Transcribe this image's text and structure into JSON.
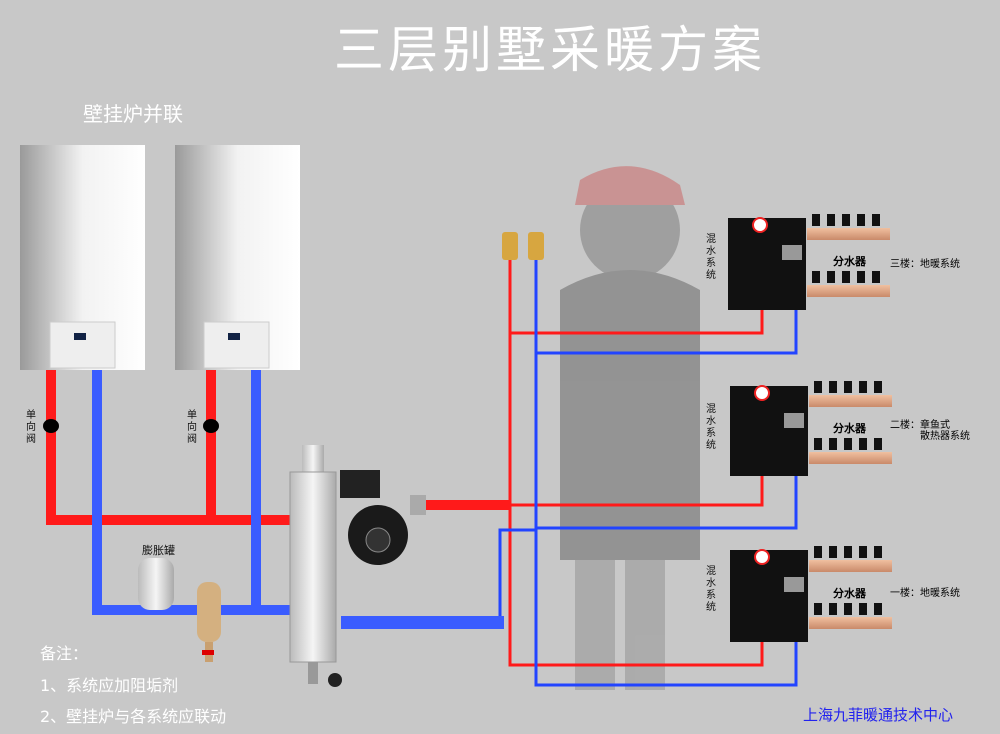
{
  "title": "三层别墅采暖方案",
  "subtitle": "壁挂炉并联",
  "check_valve_label": "单向阀",
  "expansion_tank_label": "膨胀罐",
  "mixing_label": "混水系统",
  "manifold_label": "分水器",
  "floors": [
    {
      "label_line1": "三楼：地暖系统",
      "label_line2": ""
    },
    {
      "label_line1": "二楼：章鱼式",
      "label_line2": "散热器系统"
    },
    {
      "label_line1": "一楼：地暖系统",
      "label_line2": ""
    }
  ],
  "notes": {
    "heading": "备注：",
    "items": [
      "1、系统应加阻垢剂",
      "2、壁挂炉与各系统应联动"
    ]
  },
  "footer": "上海九菲暖通技术中心",
  "colors": {
    "supply": "#ff1a1a",
    "return": "#3355ff",
    "background": "#c8c8c8"
  }
}
